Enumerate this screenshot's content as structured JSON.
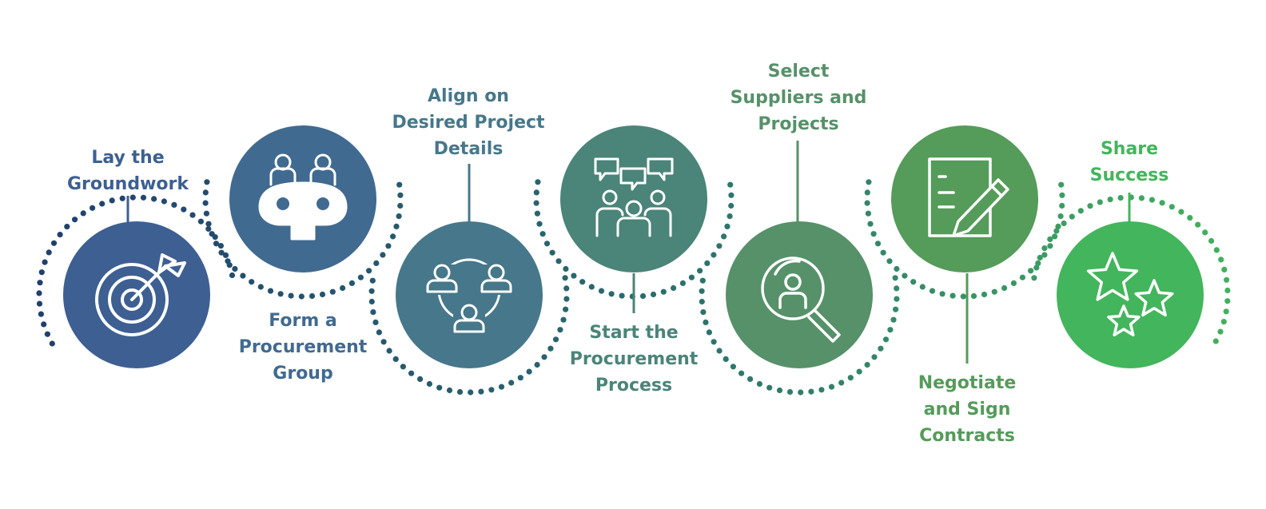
{
  "steps": [
    {
      "label_lines": [
        "Lay the",
        "Groundwork"
      ],
      "icon": "target-arrow-icon",
      "color": "#3d5f92"
    },
    {
      "label_lines": [
        "Form a",
        "Procurement",
        "Group"
      ],
      "icon": "meeting-table-icon",
      "color": "#416a90"
    },
    {
      "label_lines": [
        "Align on",
        "Desired Project",
        "Details"
      ],
      "icon": "team-network-icon",
      "color": "#47778a"
    },
    {
      "label_lines": [
        "Start the",
        "Procurement",
        "Process"
      ],
      "icon": "group-discussion-icon",
      "color": "#4b8479"
    },
    {
      "label_lines": [
        "Select",
        "Suppliers and",
        "Projects"
      ],
      "icon": "search-person-icon",
      "color": "#569169"
    },
    {
      "label_lines": [
        "Negotiate",
        "and Sign",
        "Contracts"
      ],
      "icon": "contract-pen-icon",
      "color": "#559b5a"
    },
    {
      "label_lines": [
        "Share",
        "Success"
      ],
      "icon": "stars-icon",
      "color": "#43b55c"
    }
  ]
}
